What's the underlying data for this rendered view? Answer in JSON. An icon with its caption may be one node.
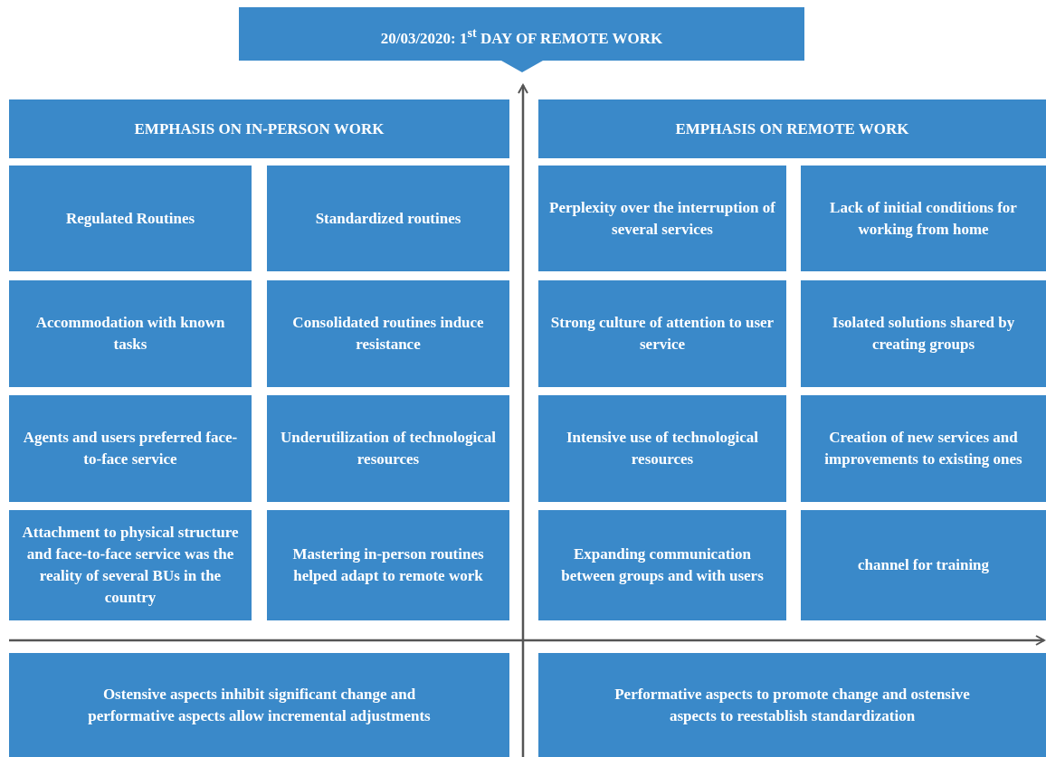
{
  "diagram": {
    "title": "20/03/2020: 1$^{st}$ DAY OF REMOTE WORK",
    "nodes": [
      {
        "text": [
          "EMPHASIS ON IN-PERSON WORK"
        ]
      },
      {
        "text": [
          "EMPHASIS ON REMOTE WORK"
        ]
      },
      {
        "text": [
          "Regulated Routines"
        ]
      },
      {
        "text": [
          "Standardized routines"
        ]
      },
      {
        "text": [
          "Perplexity over the interruption of several services"
        ]
      },
      {
        "text": [
          "Lack of initial conditions for working from home"
        ]
      },
      {
        "text": [
          "Accommodation with known tasks"
        ]
      },
      {
        "text": [
          "Consolidated routines induce resistance"
        ]
      },
      {
        "text": [
          "Strong culture of attention to user service"
        ]
      },
      {
        "text": [
          "Isolated solutions shared by creating groups"
        ]
      },
      {
        "text": [
          "Agents and users preferred face-to-face service"
        ]
      },
      {
        "text": [
          "Underutilization of technological resources"
        ]
      },
      {
        "text": [
          "Intensive use of technological resources"
        ]
      },
      {
        "text": [
          "Creation of new services and improvements to existing ones"
        ]
      },
      {
        "text": [
          "Attachment to physical structure and face-to-face service was the reality of several BUs in the country"
        ]
      },
      {
        "text": [
          "Mastering in-person routines helped adapt to remote work"
        ]
      },
      {
        "text": [
          "Expanding communication between groups and with users"
        ]
      },
      {
        "text": [
          "channel for training"
        ]
      },
      {
        "text": [
          "Ostensive aspects inhibit significant change and performative aspects allow incremental adjustments"
        ]
      },
      {
        "text": [
          "Performative aspects to promote change and ostensive aspects to reestablish standardization"
        ]
      }
    ],
    "edges": []
  }
}
